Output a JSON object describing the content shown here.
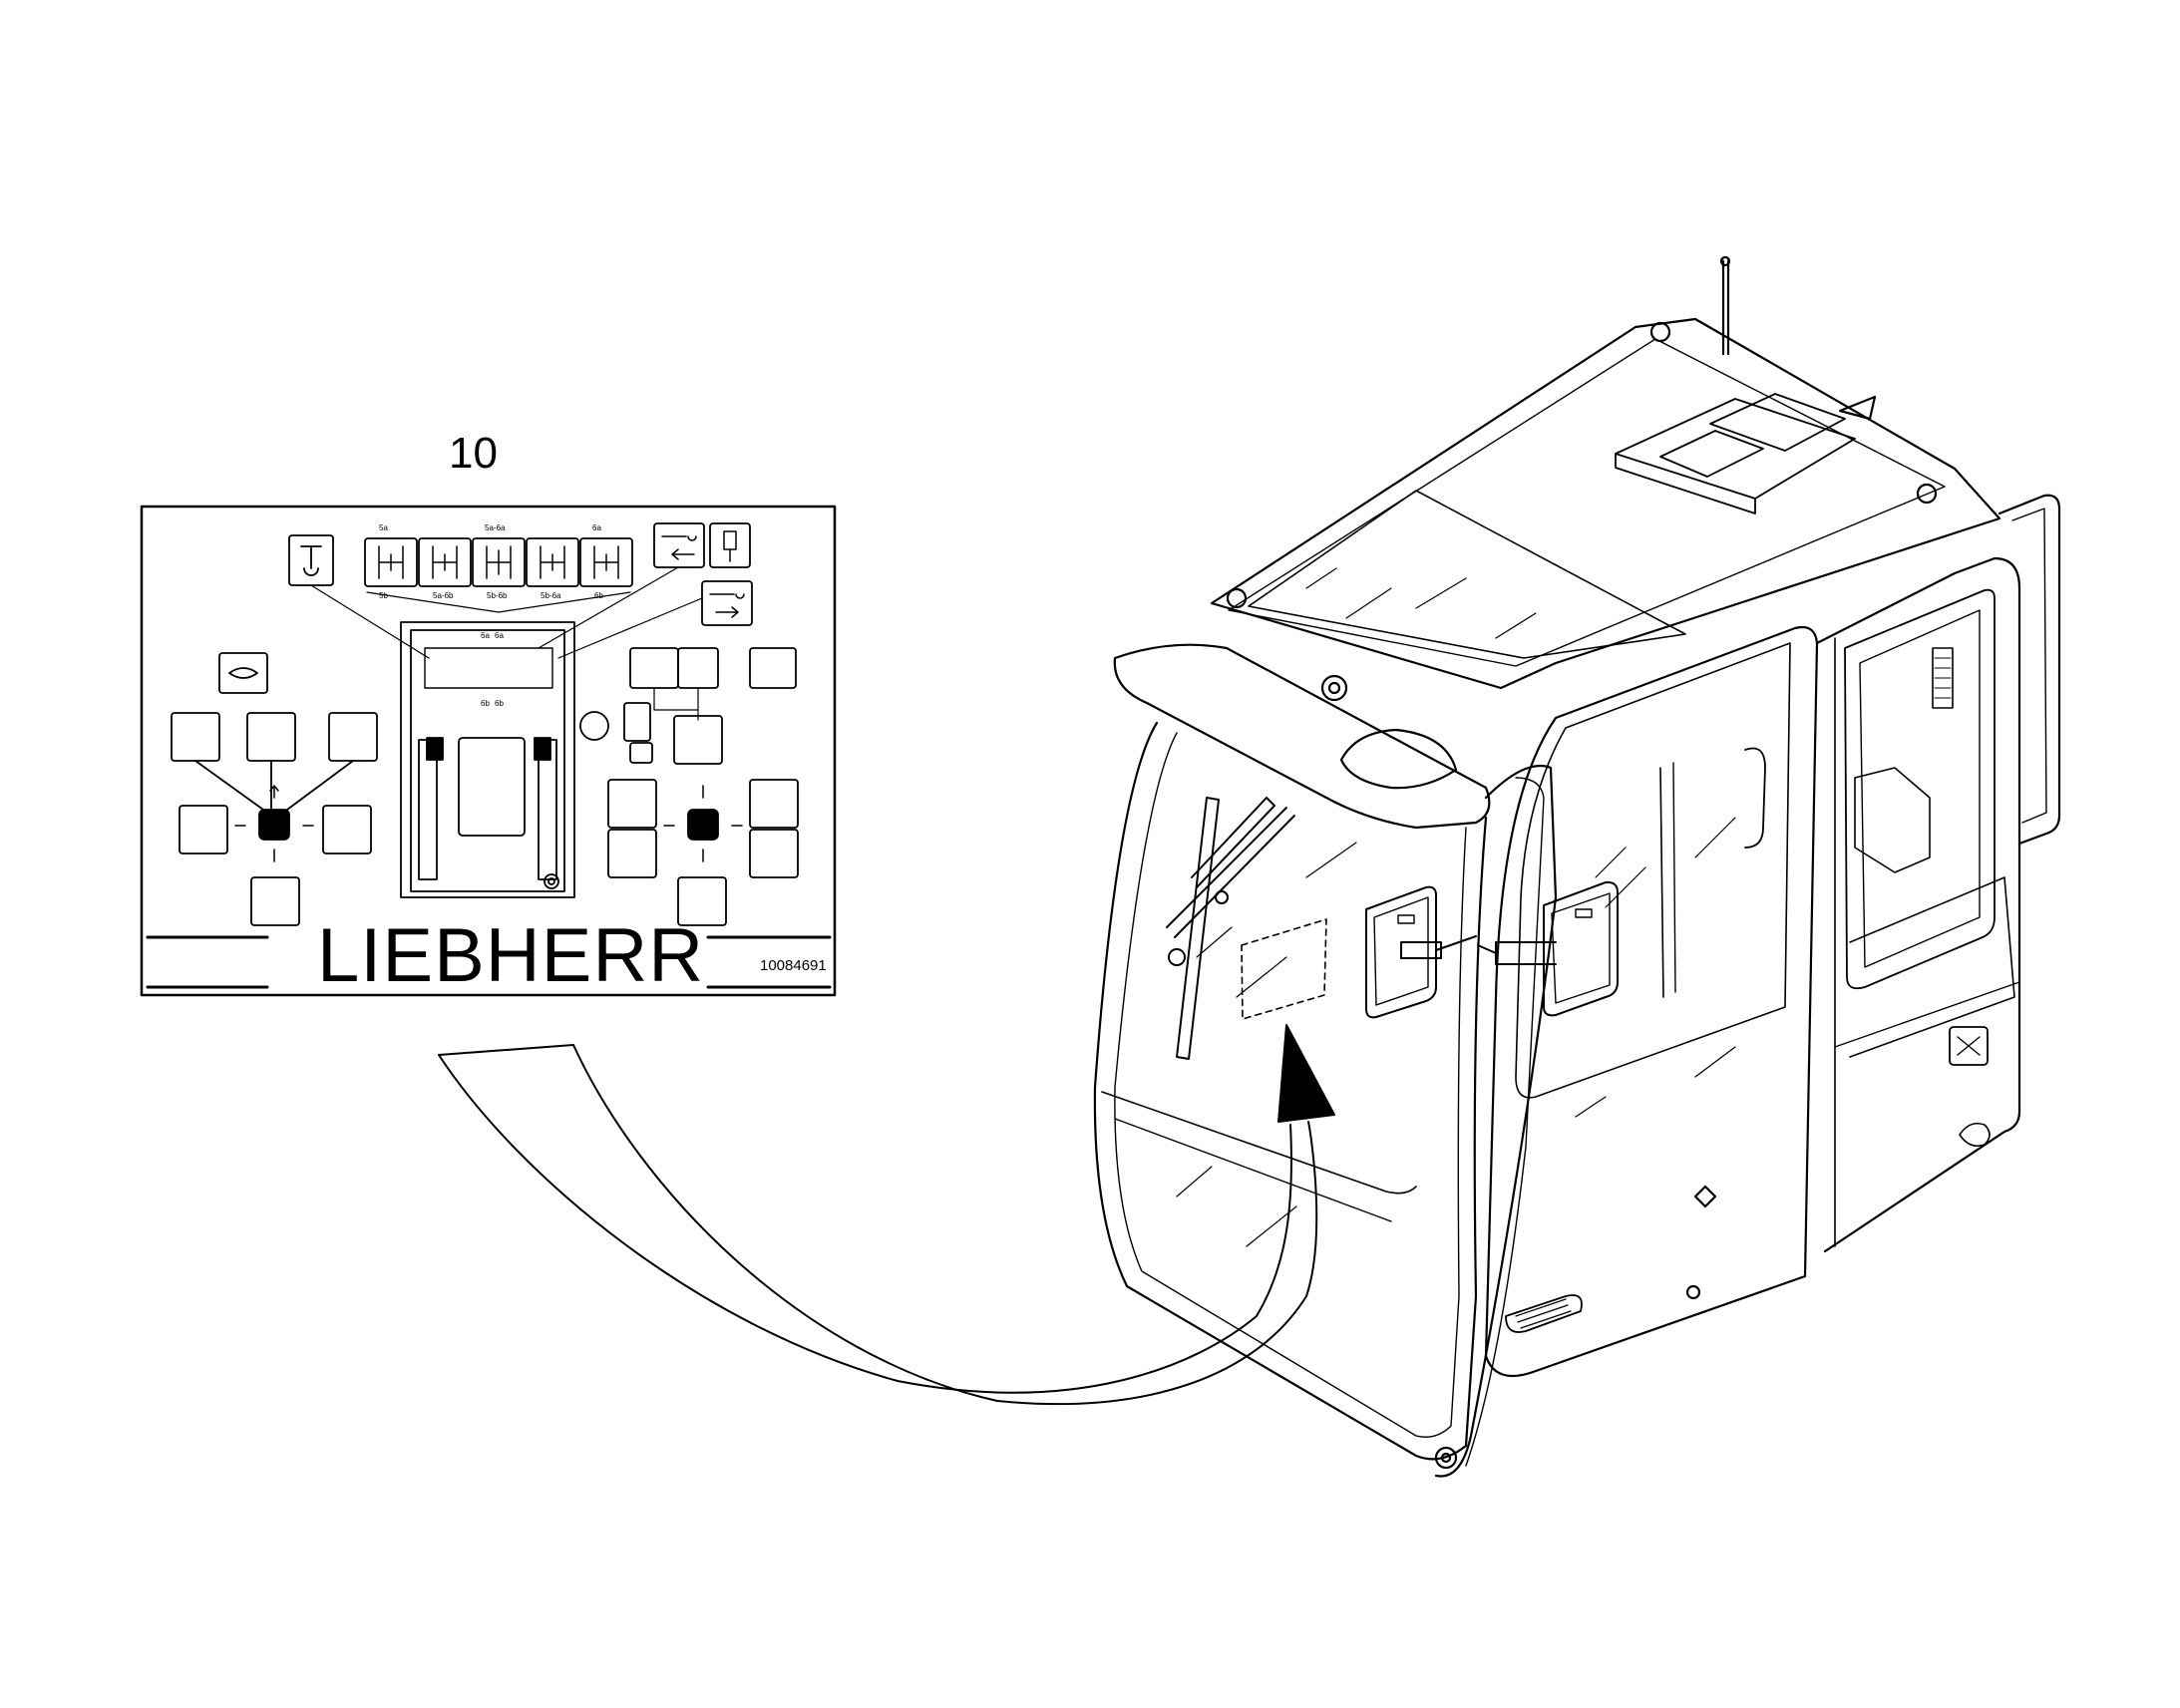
{
  "callout_number": "10",
  "decal": {
    "brand": "LIEBHERR",
    "part_number": "10084691",
    "small_labels": [
      "5a",
      "5a-6a",
      "6a",
      "5b",
      "5a-6b",
      "5b-6b",
      "5b-6a",
      "6b",
      "6a",
      "6a",
      "6b",
      "6b"
    ]
  },
  "line_color": "#000000",
  "background_color": "#ffffff"
}
